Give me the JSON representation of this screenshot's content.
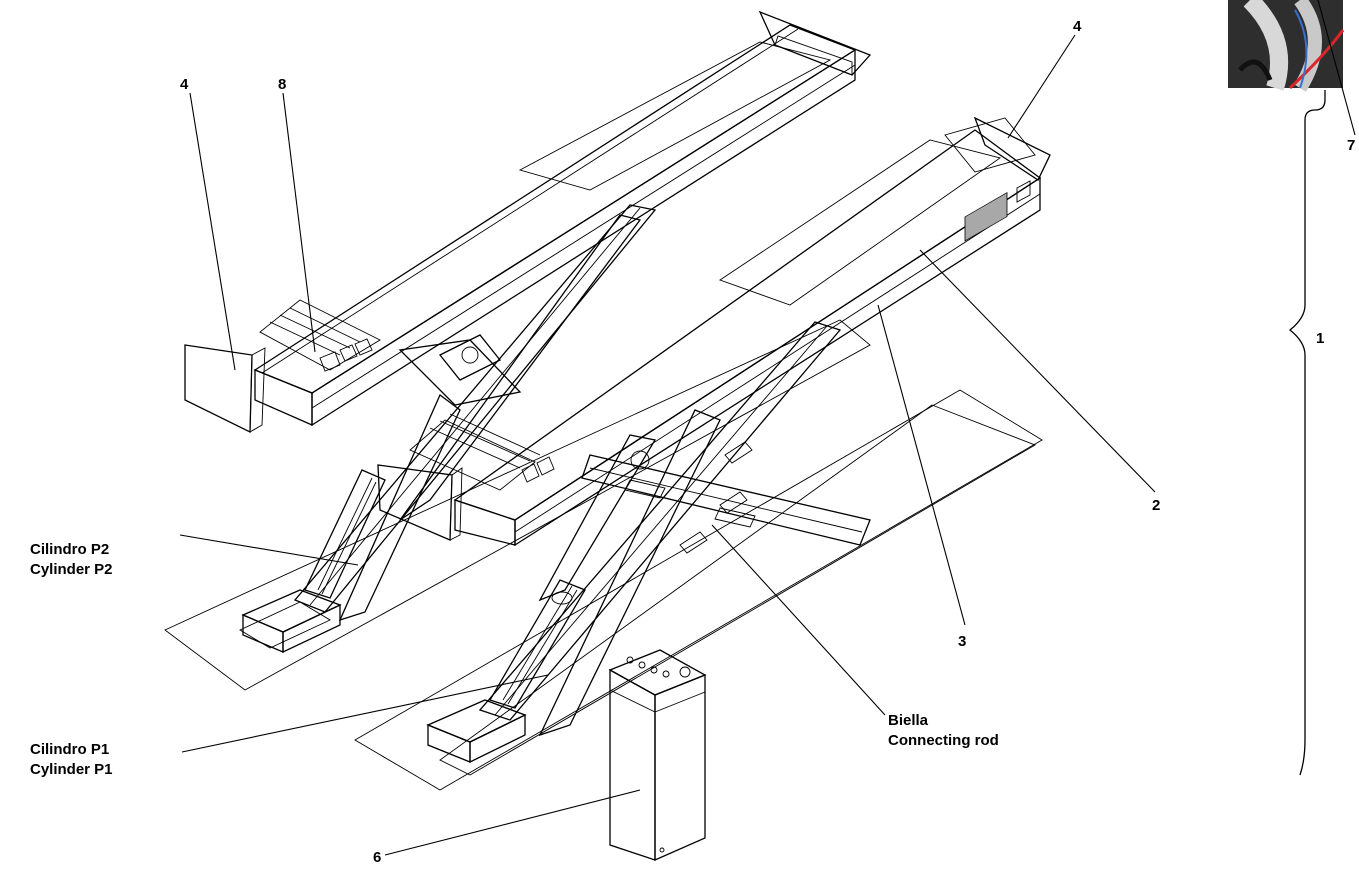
{
  "labels": {
    "n4_left": "4",
    "n8": "8",
    "n4_right": "4",
    "n2": "2",
    "n3": "3",
    "n1": "1",
    "n6": "6",
    "n7": "7",
    "cyl_p2_it": "Cilindro P2",
    "cyl_p2_en": "Cylinder P2",
    "cyl_p1_it": "Cilindro P1",
    "cyl_p1_en": "Cylinder P1",
    "rod_it": "Biella",
    "rod_en": "Connecting rod"
  },
  "colors": {
    "line": "#000000",
    "background": "#ffffff",
    "gray_panel": "#a8a8a8",
    "photo_dark": "#2e2e2e",
    "photo_cable_red": "#d9262b",
    "photo_cable_blue": "#3a6fd0"
  }
}
